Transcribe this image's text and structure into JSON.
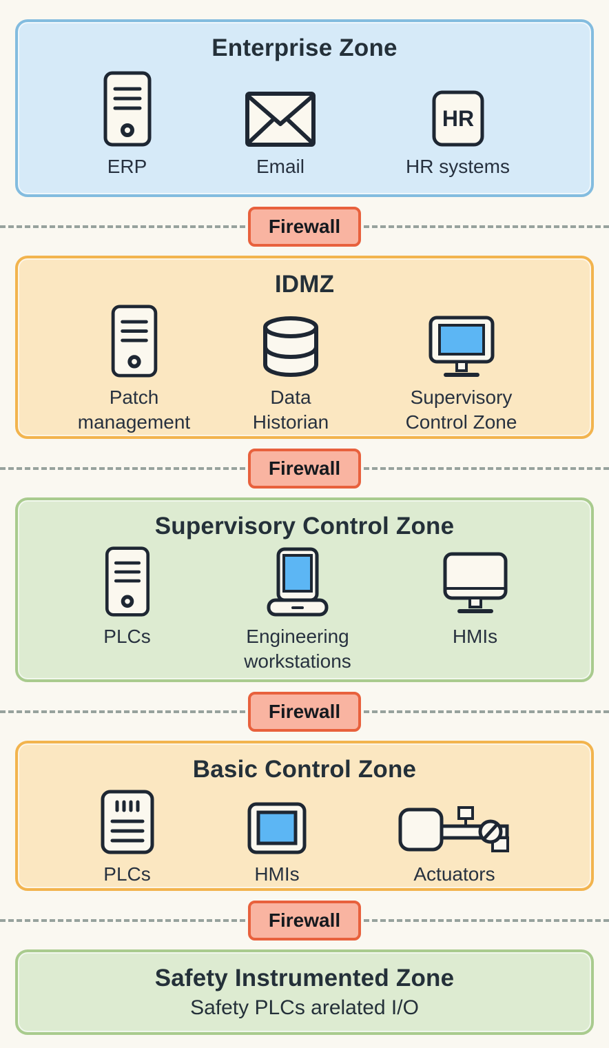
{
  "page": {
    "background": "#faf8f1"
  },
  "firewall": {
    "label": "Firewall",
    "fill": "#f9b4a1",
    "border": "#e8613d"
  },
  "divider_color": "#97a29d",
  "icon_colors": {
    "stroke": "#1e2733",
    "fill": "#fbf8ef",
    "screen_blue": "#5cb6f4"
  },
  "zones": [
    {
      "id": "enterprise",
      "title": "Enterprise Zone",
      "fill": "#d6eaf8",
      "border": "#83bcdf",
      "items": [
        {
          "label": "ERP",
          "icon": "server-tower-icon"
        },
        {
          "label": "Email",
          "icon": "email-envelope-icon"
        },
        {
          "label": "HR systems",
          "icon": "hr-badge-icon",
          "icon_text": "HR"
        }
      ]
    },
    {
      "id": "idmz",
      "title": "IDMZ",
      "fill": "#fbe7c1",
      "border": "#f2b44e",
      "items": [
        {
          "label": "Patch management",
          "icon": "server-tower-icon"
        },
        {
          "label": "Data Historian",
          "icon": "database-icon"
        },
        {
          "label": "Supervisory Control Zone",
          "icon": "monitor-icon"
        }
      ]
    },
    {
      "id": "supervisory",
      "title": "Supervisory Control Zone",
      "fill": "#ddebd1",
      "border": "#a9cb8e",
      "items": [
        {
          "label": "PLCs",
          "icon": "server-tower-icon"
        },
        {
          "label": "Engineering workstations",
          "icon": "laptop-icon"
        },
        {
          "label": "HMIs",
          "icon": "display-icon"
        }
      ]
    },
    {
      "id": "basic",
      "title": "Basic Control Zone",
      "fill": "#fbe7c1",
      "border": "#f2b44e",
      "items": [
        {
          "label": "PLCs",
          "icon": "plc-module-icon"
        },
        {
          "label": "HMIs",
          "icon": "hmi-panel-icon"
        },
        {
          "label": "Actuators",
          "icon": "actuator-icon"
        }
      ]
    },
    {
      "id": "safety",
      "title": "Safety Instrumented Zone",
      "subtitle": "Safety PLCs arelated I/O",
      "fill": "#ddebd1",
      "border": "#a9cb8e",
      "items": []
    }
  ]
}
